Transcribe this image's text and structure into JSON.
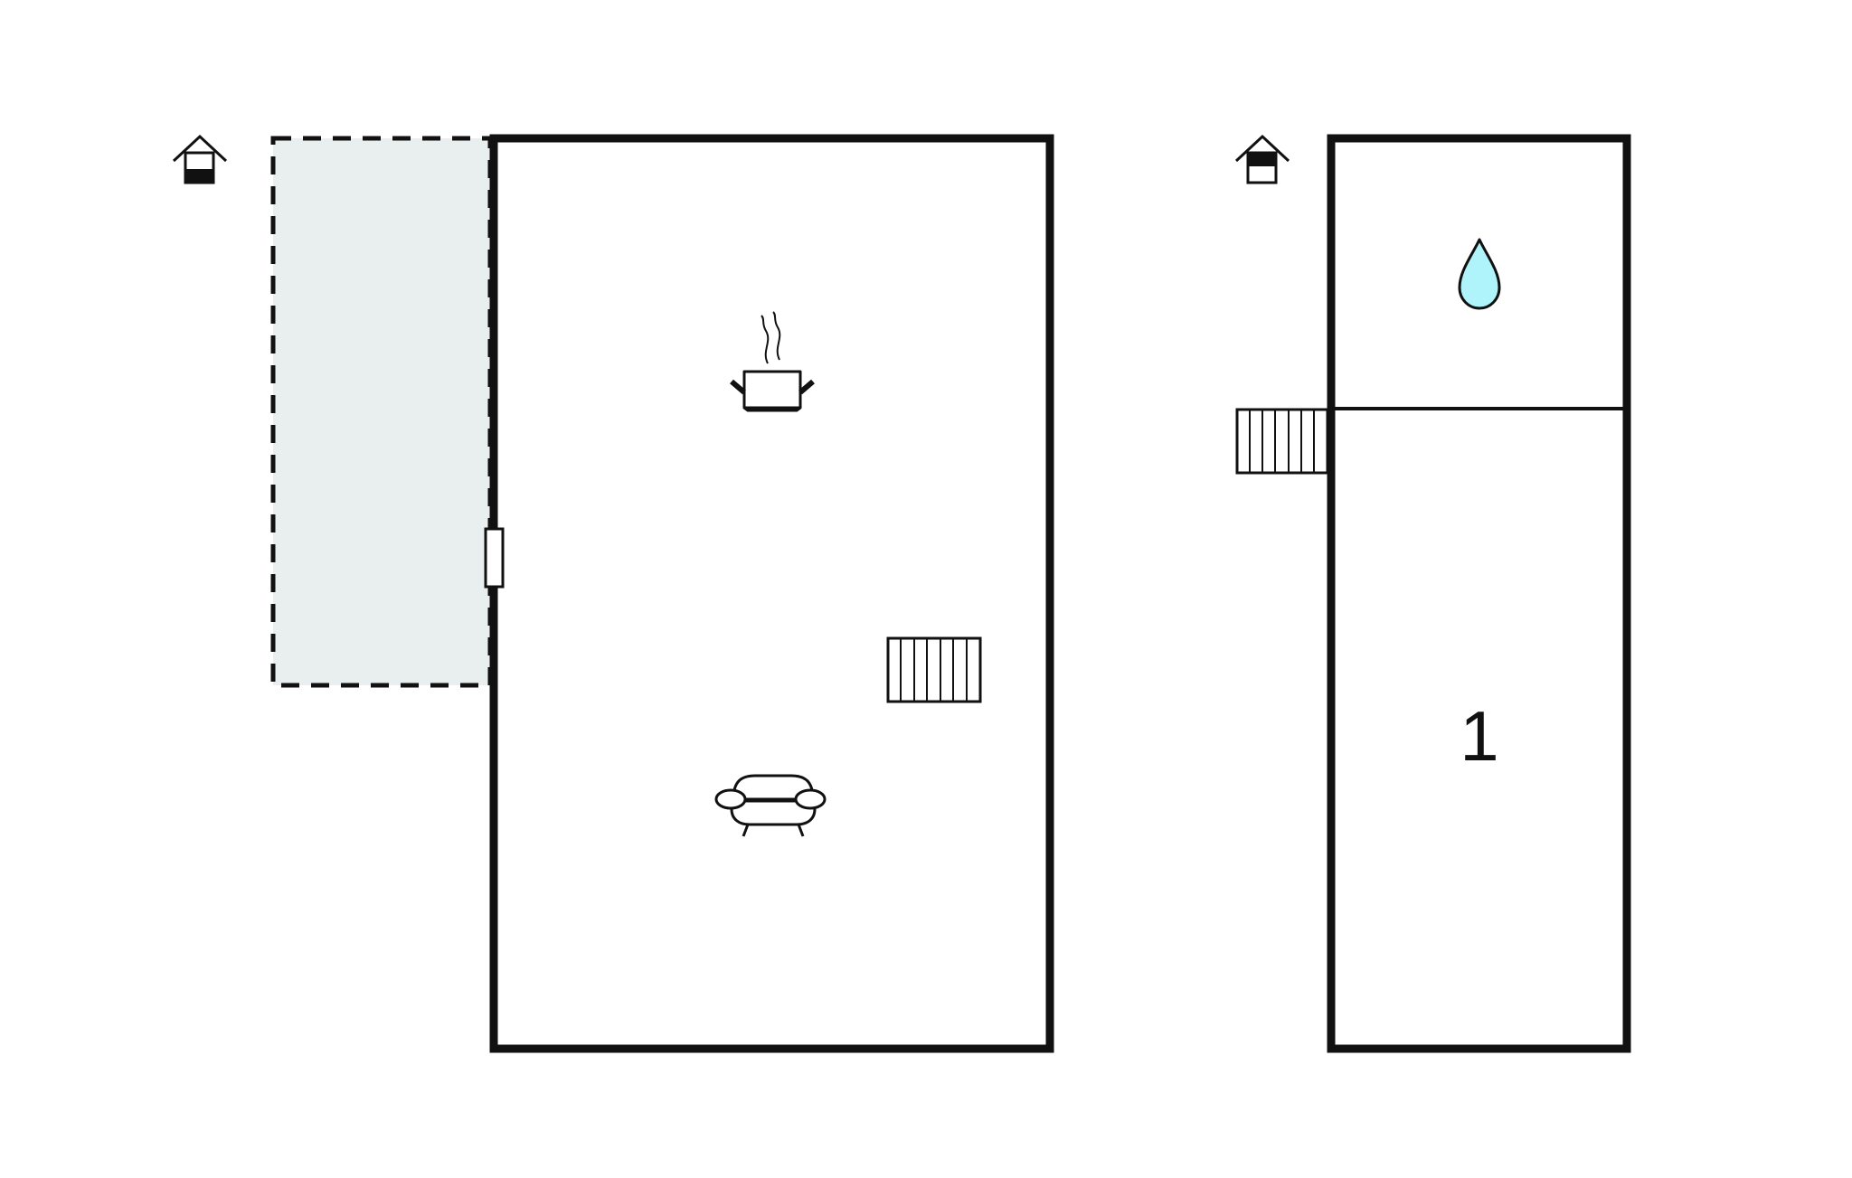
{
  "floors": [
    {
      "id": "ground-floor",
      "floor_indicator_icon": "house-ground-floor-icon",
      "outdoor_area": {
        "type": "terrace",
        "fill": "#e9efee"
      },
      "rooms": [
        {
          "id": "main-room",
          "label": "",
          "icons": [
            "kitchen-pot-icon",
            "stairs-icon",
            "sofa-icon"
          ],
          "door": "door-icon"
        }
      ]
    },
    {
      "id": "upper-floor",
      "floor_indicator_icon": "house-upper-floor-icon",
      "rooms": [
        {
          "id": "bathroom",
          "label": "",
          "icons": [
            "water-drop-icon"
          ]
        },
        {
          "id": "bedroom-1",
          "label": "1",
          "icons": []
        }
      ],
      "stairs": "stairs-icon"
    }
  ],
  "colors": {
    "wall": "#111111",
    "terrace_fill": "#e9efee",
    "water_drop": "#aef4fa",
    "background": "#ffffff"
  }
}
